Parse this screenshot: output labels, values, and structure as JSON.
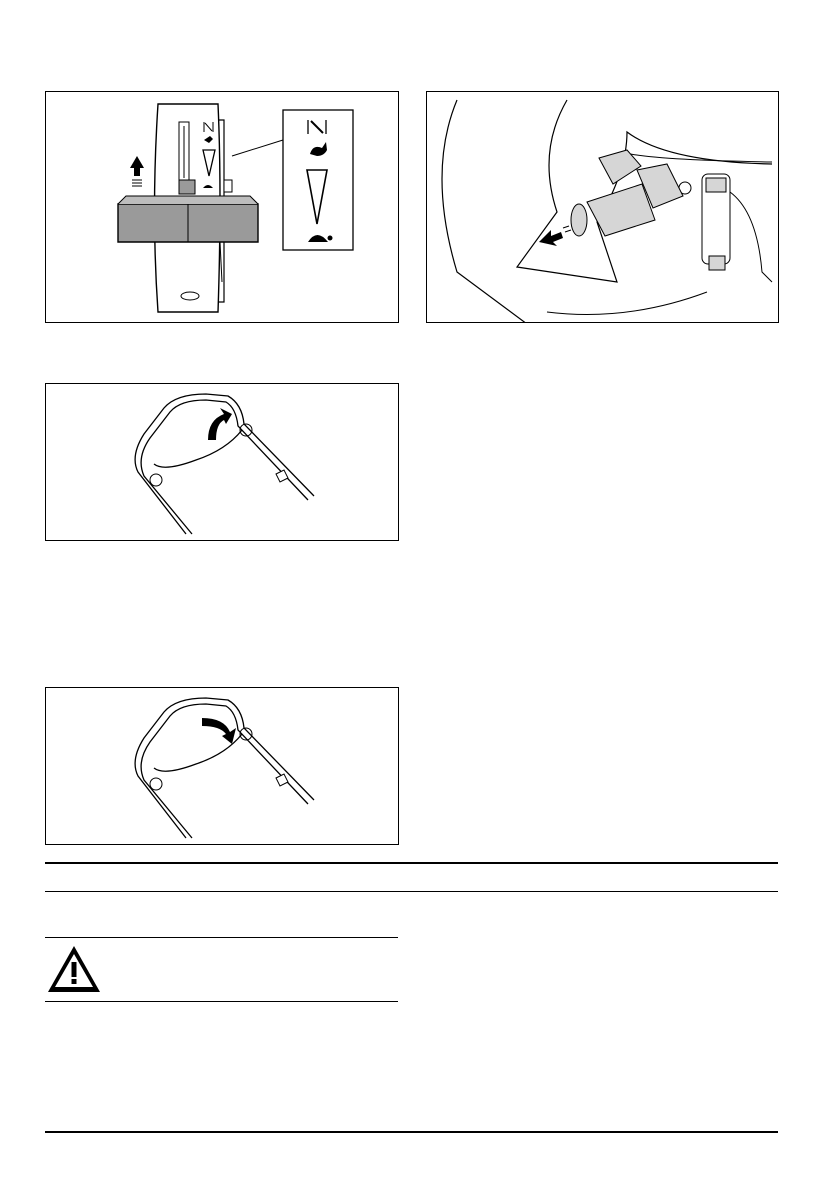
{
  "figures": [
    {
      "id": "throttle-control",
      "icons": [
        "choke-icon",
        "rabbit-icon",
        "speed-wedge-icon",
        "turtle-icon",
        "up-arrow-icon"
      ]
    },
    {
      "id": "spark-plug-cap",
      "icons": [
        "pull-arrow-icon"
      ]
    },
    {
      "id": "handle-lever-raise",
      "icons": [
        "up-arrow-icon"
      ]
    },
    {
      "id": "handle-lever-lower",
      "icons": [
        "down-arrow-icon"
      ]
    }
  ],
  "warning": {
    "icon": "warning-triangle-icon"
  },
  "colors": {
    "ink": "#000000",
    "shade": "#9a9a9a",
    "light": "#d6d6d6"
  }
}
